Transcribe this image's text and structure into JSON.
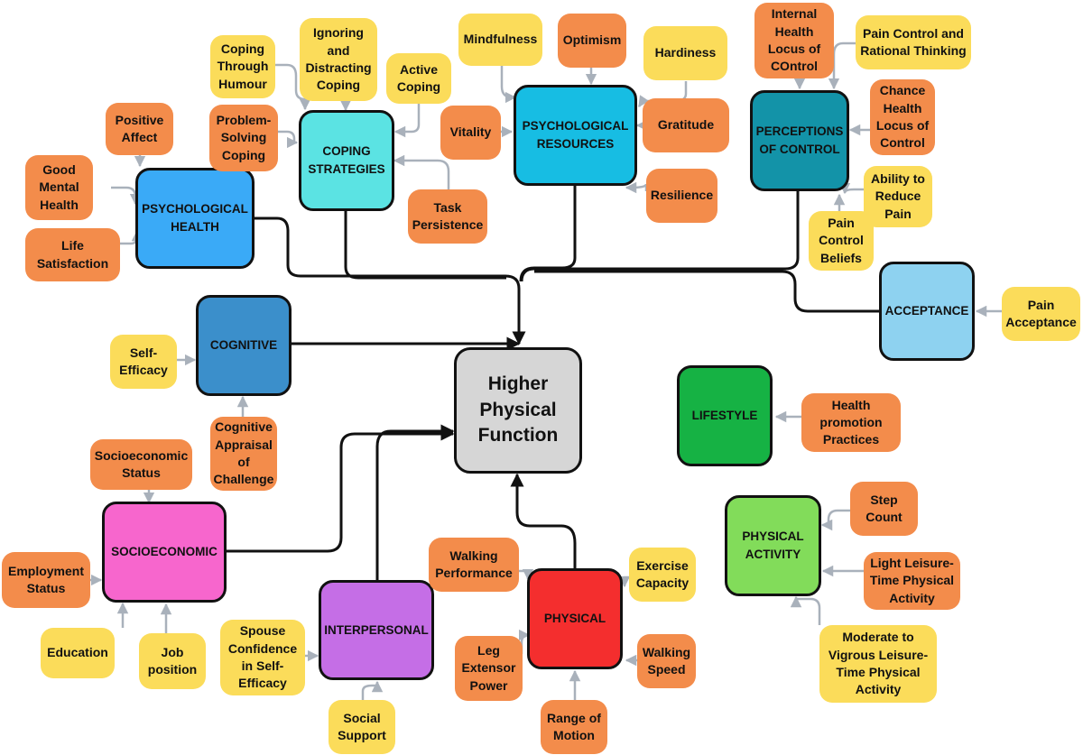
{
  "center": {
    "label": "Higher\nPhysical\nFunction",
    "color": "#d6d6d6"
  },
  "categories": {
    "psych_health": {
      "label": "PSYCHOLOGICAL\nHEALTH",
      "color": "#3aaaf7"
    },
    "coping": {
      "label": "COPING\nSTRATEGIES",
      "color": "#5be3e3"
    },
    "psych_resources": {
      "label": "PSYCHOLOGICAL\nRESOURCES",
      "color": "#17bde3"
    },
    "perceptions": {
      "label": "PERCEPTIONS\nOF CONTROL",
      "color": "#1393a8"
    },
    "acceptance": {
      "label": "ACCEPTANCE",
      "color": "#8ed2f0"
    },
    "cognitive": {
      "label": "COGNITIVE",
      "color": "#3b8fcb"
    },
    "lifestyle": {
      "label": "LIFESTYLE",
      "color": "#16b244"
    },
    "physical_activity": {
      "label": "PHYSICAL\nACTIVITY",
      "color": "#82dc5a"
    },
    "socioeconomic": {
      "label": "SOCIOECONOMIC",
      "color": "#f766cd"
    },
    "interpersonal": {
      "label": "INTERPERSONAL",
      "color": "#c56ee6"
    },
    "physical": {
      "label": "PHYSICAL",
      "color": "#f42e2e"
    }
  },
  "factors": {
    "positive_affect": "Positive\nAffect",
    "good_mental_health": "Good\nMental\nHealth",
    "life_satisfaction": "Life\nSatisfaction",
    "coping_humour": "Coping\nThrough\nHumour",
    "ignoring_coping": "Ignoring\nand\nDistracting\nCoping",
    "active_coping": "Active\nCoping",
    "problem_solving": "Problem-\nSolving\nCoping",
    "task_persistence": "Task\nPersistence",
    "mindfulness": "Mindfulness",
    "optimism": "Optimism",
    "hardiness": "Hardiness",
    "vitality": "Vitality",
    "gratitude": "Gratitude",
    "resilience": "Resilience",
    "internal_locus": "Internal\nHealth\nLocus of\nCOntrol",
    "pain_control_rational": "Pain Control and\nRational Thinking",
    "chance_locus": "Chance\nHealth\nLocus of\nControl",
    "ability_reduce_pain": "Ability to\nReduce\nPain",
    "pain_control_beliefs": "Pain\nControl\nBeliefs",
    "pain_acceptance": "Pain\nAcceptance",
    "self_efficacy": "Self-\nEfficacy",
    "cognitive_appraisal": "Cognitive\nAppraisal\nof\nChallenge",
    "health_promotion": "Health\npromotion\nPractices",
    "step_count": "Step\nCount",
    "light_leisure": "Light Leisure-\nTime Physical\nActivity",
    "moderate_leisure": "Moderate to\nVigrous Leisure-\nTime Physical\nActivity",
    "socioeconomic_status": "Socioeconomic\nStatus",
    "employment_status": "Employment\nStatus",
    "education": "Education",
    "job_position": "Job\nposition",
    "spouse_confidence": "Spouse\nConfidence\nin Self-\nEfficacy",
    "social_support": "Social\nSupport",
    "walking_performance": "Walking\nPerformance",
    "exercise_capacity": "Exercise\nCapacity",
    "leg_extensor": "Leg\nExtensor\nPower",
    "walking_speed": "Walking\nSpeed",
    "range_of_motion": "Range of\nMotion"
  },
  "colors": {
    "yellow_factor": "#fbdc5a",
    "orange_factor": "#f38c4b",
    "link_main": "#111111",
    "link_factor": "#a9b1bb"
  }
}
